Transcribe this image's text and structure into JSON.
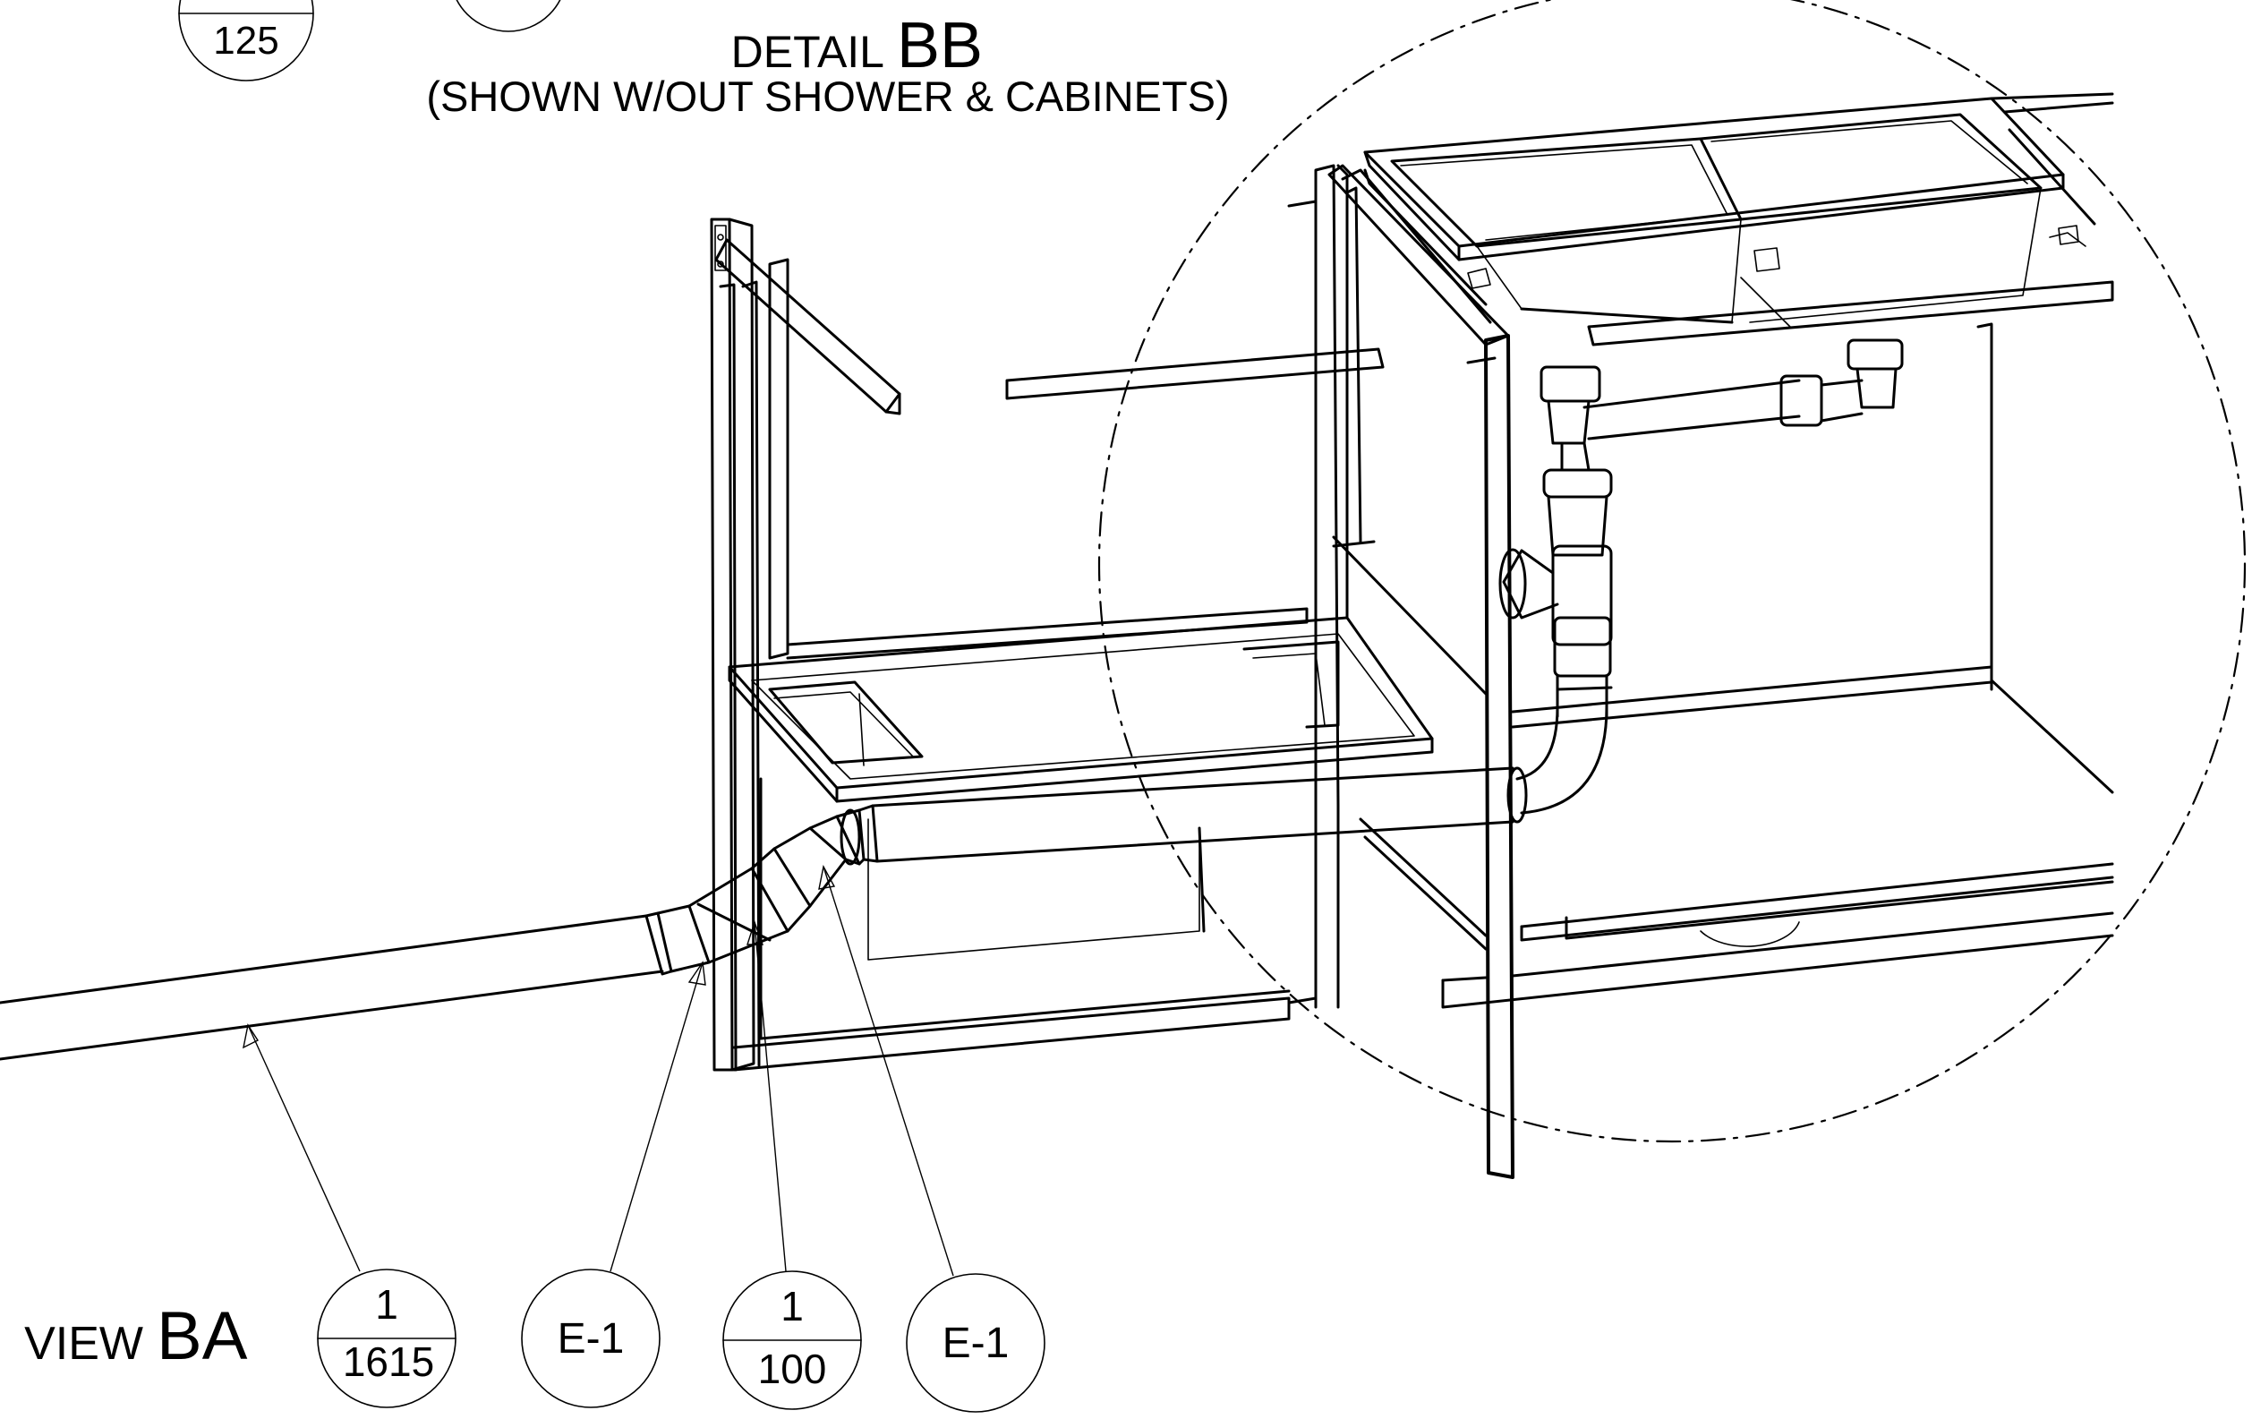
{
  "detail": {
    "label_word": "DETAIL",
    "label_id": "BB",
    "subtitle": "(SHOWN W/OUT SHOWER & CABINETS)"
  },
  "view": {
    "label_word": "VIEW",
    "label_id": "BA"
  },
  "partial_balloon": {
    "bottom": "125"
  },
  "callouts": [
    {
      "top": "1",
      "bottom": "1615"
    },
    {
      "text": "E-1"
    },
    {
      "top": "1",
      "bottom": "100"
    },
    {
      "text": "E-1"
    }
  ]
}
